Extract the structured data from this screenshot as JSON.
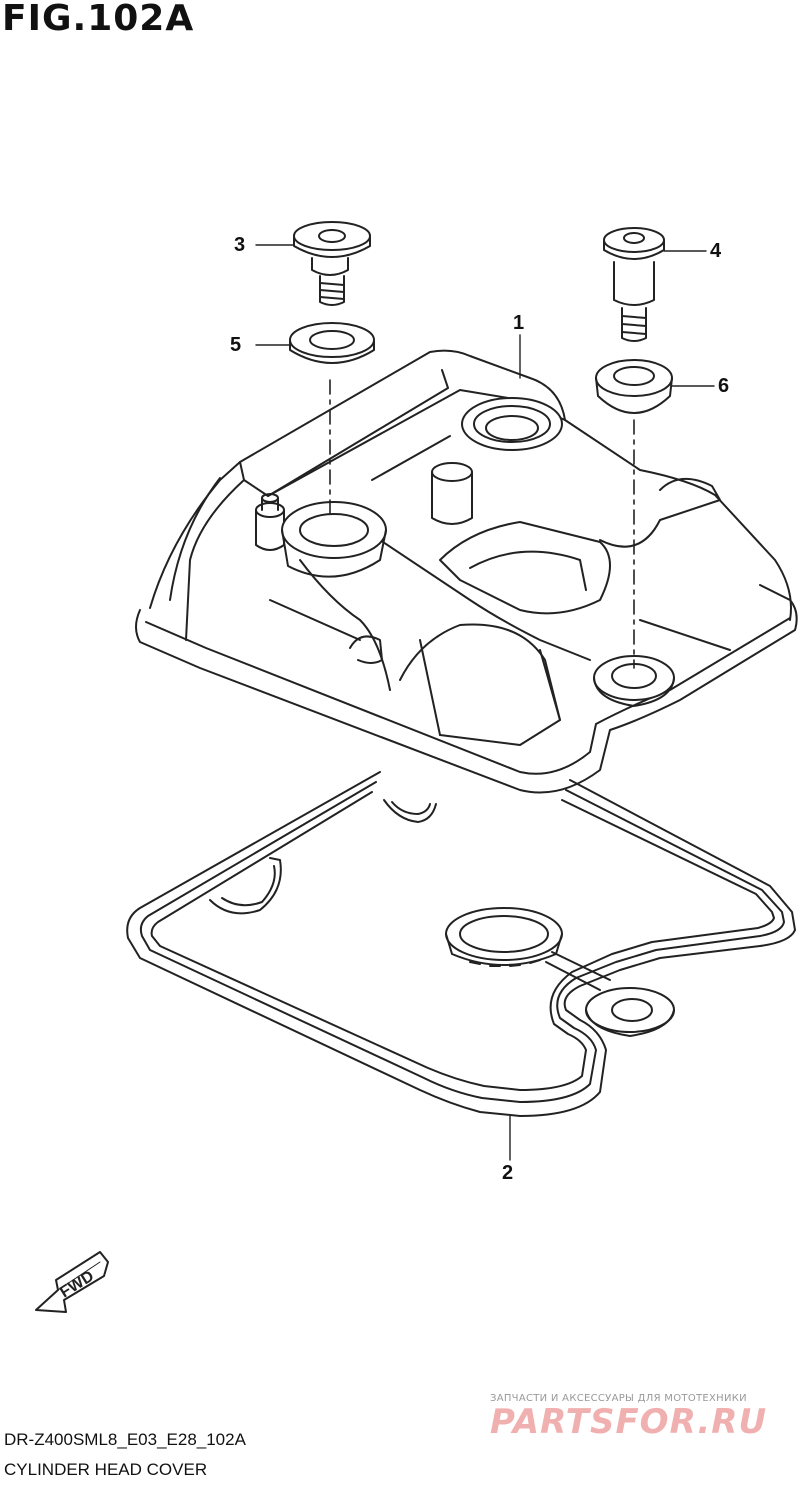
{
  "figure": {
    "title": "FIG.102A",
    "code": "DR-Z400SML8_E03_E28_102A",
    "description": "CYLINDER HEAD COVER"
  },
  "callouts": [
    "1",
    "2",
    "3",
    "4",
    "5",
    "6"
  ],
  "fwd_label": "FWD",
  "watermark": {
    "tagline": "ЗАПЧАСТИ И АКСЕССУАРЫ ДЛЯ МОТОТЕХНИКИ",
    "brand": "PARTSFOR.RU"
  }
}
